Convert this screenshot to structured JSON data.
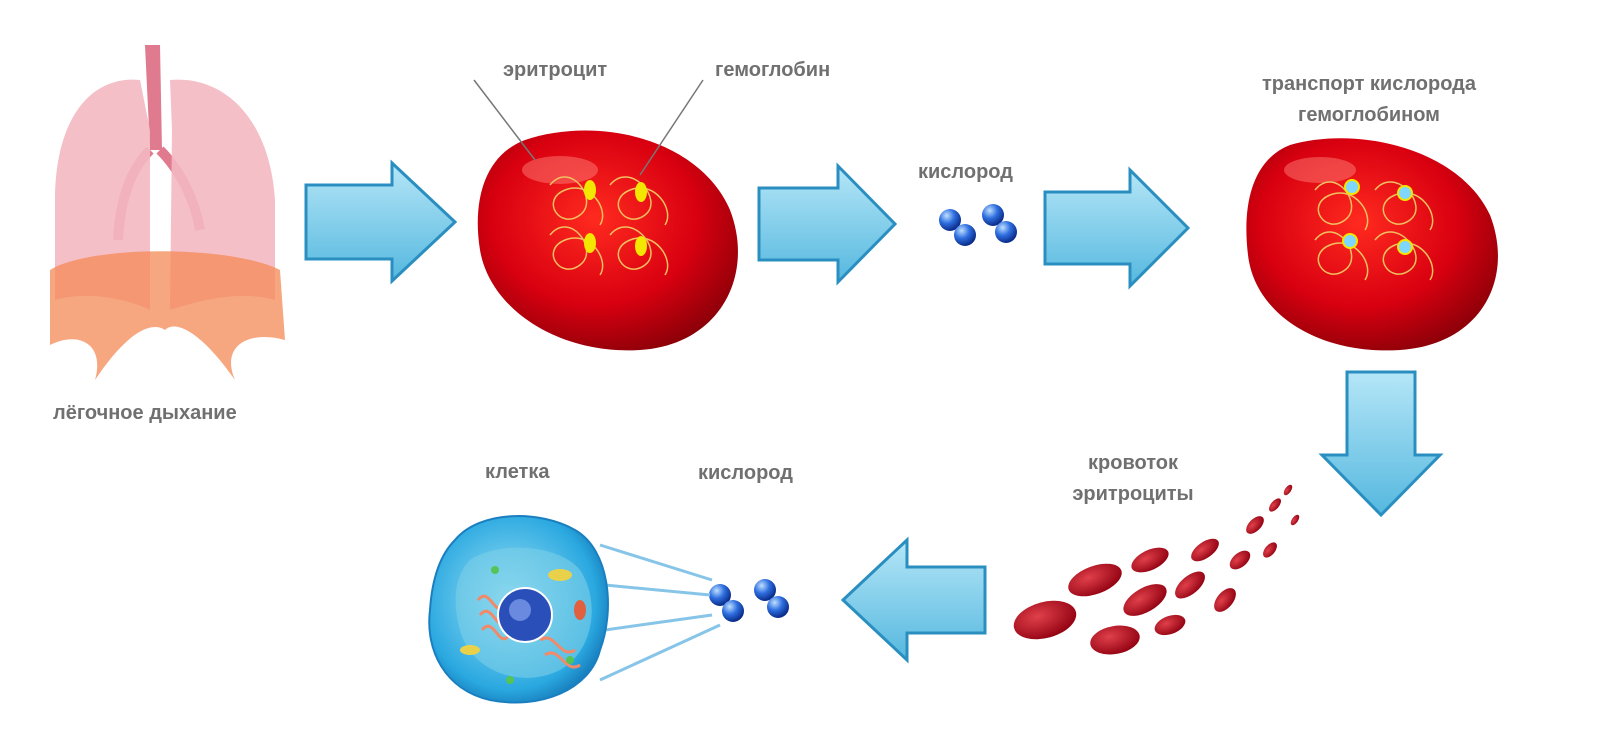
{
  "labels": {
    "lungs": "лёгочное дыхание",
    "erythrocyte": "эритроцит",
    "hemoglobin": "гемоглобин",
    "oxygen_top": "кислород",
    "transport_line1": "транспорт кислорода",
    "transport_line2": "гемоглобином",
    "bloodstream_line1": "кровоток",
    "bloodstream_line2": "эритроциты",
    "cell": "клетка",
    "oxygen_bottom": "кислород"
  },
  "colors": {
    "arrow_fill": "#7fd0ec",
    "arrow_stroke": "#2a8fc0",
    "blood_red": "#d4000a",
    "hemoglobin_spot": "#f3e600",
    "oxygen_blue": "#2f6fe0",
    "label_gray": "#707070"
  },
  "icons": [
    "lungs-icon",
    "erythrocyte-icon",
    "oxygen-molecule-icon",
    "blood-cells-icon",
    "cell-icon",
    "arrow-right-icon",
    "arrow-down-icon",
    "arrow-left-icon"
  ]
}
